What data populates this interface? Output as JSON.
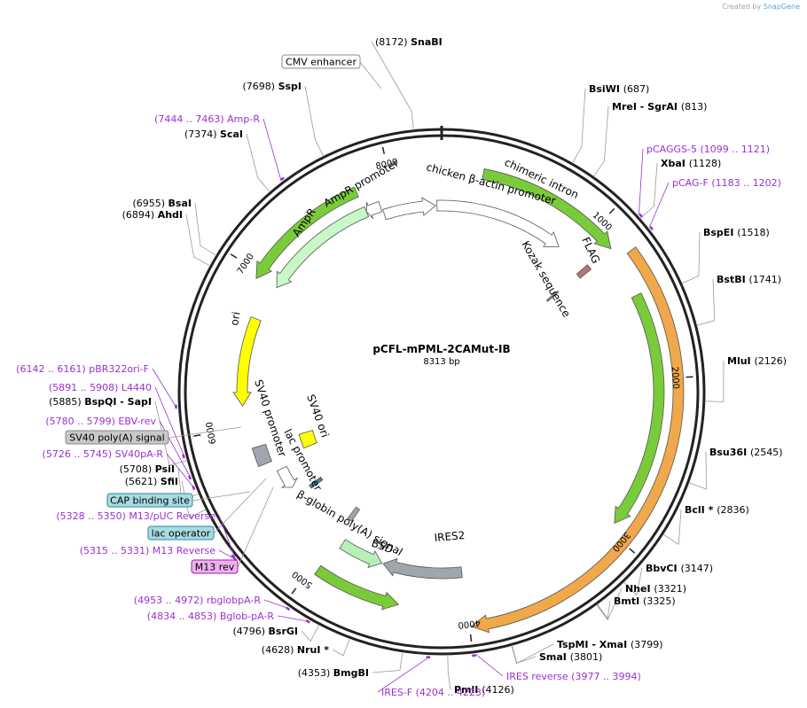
{
  "credit": {
    "prefix": "Created by",
    "brand": "SnapGene"
  },
  "plasmid": {
    "name": "pCFL-mPML-2CAMut-IB",
    "size": "8313 bp",
    "length": 8313
  },
  "ring_ticks": [
    {
      "label": "1000",
      "pos": 1000
    },
    {
      "label": "2000",
      "pos": 2000
    },
    {
      "label": "3000",
      "pos": 3000
    },
    {
      "label": "4000",
      "pos": 4000
    },
    {
      "label": "5000",
      "pos": 5000
    },
    {
      "label": "6000",
      "pos": 6000
    },
    {
      "label": "7000",
      "pos": 7000
    },
    {
      "label": "8000",
      "pos": 8000
    }
  ],
  "features": [
    {
      "name": "chimeric intron",
      "start": 250,
      "end": 1150,
      "r": 250,
      "color": "#7acb3a",
      "kind": "arrow",
      "dir": 1
    },
    {
      "name": "chicken β-actin promoter",
      "start": 8280,
      "end": 900,
      "r": 210,
      "color": "#ffffff",
      "kind": "arrow",
      "dir": 1
    },
    {
      "name": "CMV enhancer",
      "start": 7900,
      "end": 8270,
      "r": 210,
      "color": "#ffffff",
      "kind": "arrow",
      "dir": 1
    },
    {
      "name": "FLAG",
      "start": 1130,
      "end": 1170,
      "r": 210,
      "color": "#c07070",
      "kind": "box"
    },
    {
      "name": "Kozak sequence",
      "start": 1130,
      "end": 1145,
      "r": 165,
      "color": "#888888",
      "kind": "box"
    },
    {
      "name": "orange orf",
      "start": 1230,
      "end": 3990,
      "r": 267,
      "color": "#f0a84a",
      "kind": "arrow",
      "dir": 1
    },
    {
      "name": "green orf",
      "start": 1470,
      "end": 2940,
      "r": 245,
      "color": "#7acb3a",
      "kind": "arrow",
      "dir": 1
    },
    {
      "name": "IRES2",
      "start": 4010,
      "end": 4590,
      "r": 205,
      "color": "#a0a6ad",
      "kind": "arrow",
      "dir": 1
    },
    {
      "name": "BSD",
      "start": 4600,
      "end": 4920,
      "r": 205,
      "color": "#b6f0b6",
      "kind": "arrow",
      "dir": -1
    },
    {
      "name": "β-globin poly(A) signal",
      "start": 4960,
      "end": 5000,
      "r": 170,
      "color": "#a0a6ad",
      "kind": "box"
    },
    {
      "name": "green lower",
      "start": 4420,
      "end": 4960,
      "r": 245,
      "color": "#7acb3a",
      "kind": "arrow",
      "dir": -1
    },
    {
      "name": "lac promoter",
      "start": 5390,
      "end": 5420,
      "r": 175,
      "color": "#2a8aa0",
      "kind": "box"
    },
    {
      "name": "SV40 promoter",
      "start": 5480,
      "end": 5640,
      "r": 200,
      "color": "#ffffff",
      "kind": "arrow",
      "dir": -1
    },
    {
      "name": "SV40 poly(A) box",
      "start": 5720,
      "end": 5850,
      "r": 215,
      "color": "#a0a6ad",
      "kind": "box"
    },
    {
      "name": "SV40 ori",
      "start": 5720,
      "end": 5850,
      "r": 160,
      "color": "#ffff00",
      "kind": "box"
    },
    {
      "name": "ori",
      "start": 6140,
      "end": 6730,
      "r": 225,
      "color": "#ffff00",
      "kind": "arrow",
      "dir": -1
    },
    {
      "name": "AmpR",
      "start": 6980,
      "end": 7790,
      "r": 220,
      "color": "#c8f7c8",
      "kind": "arrow",
      "dir": -1
    },
    {
      "name": "AmpR promoter",
      "start": 7790,
      "end": 7890,
      "r": 220,
      "color": "#ffffff",
      "kind": "arrow",
      "dir": -1
    },
    {
      "name": "green left",
      "start": 6960,
      "end": 7780,
      "r": 245,
      "color": "#7acb3a",
      "kind": "arrow",
      "dir": -1
    }
  ],
  "sites_right": [
    {
      "name": "SnaBI",
      "coord": "(8172)",
      "pos": 8172
    },
    {
      "name": "BsiWI",
      "coord": "(687)",
      "pos": 687
    },
    {
      "name": "MreI - SgrAI",
      "coord": "(813)",
      "pos": 813
    },
    {
      "name": "XbaI",
      "coord": "(1128)",
      "pos": 1128
    },
    {
      "name": "BspEI",
      "coord": "(1518)",
      "pos": 1518
    },
    {
      "name": "BstBI",
      "coord": "(1741)",
      "pos": 1741
    },
    {
      "name": "MluI",
      "coord": "(2126)",
      "pos": 2126
    },
    {
      "name": "Bsu36I",
      "coord": "(2545)",
      "pos": 2545
    },
    {
      "name": "BclI *",
      "coord": "(2836)",
      "pos": 2836
    },
    {
      "name": "BbvCI",
      "coord": "(3147)",
      "pos": 3147
    },
    {
      "name": "NheI",
      "coord": "(3321)",
      "pos": 3321
    },
    {
      "name": "BmtI",
      "coord": "(3325)",
      "pos": 3325
    },
    {
      "name": "TspMI - XmaI",
      "coord": "(3799)",
      "pos": 3799
    },
    {
      "name": "SmaI",
      "coord": "(3801)",
      "pos": 3801
    },
    {
      "name": "PmlI",
      "coord": "(4126)",
      "pos": 4126
    }
  ],
  "sites_left": [
    {
      "name": "SspI",
      "coord": "(7698)",
      "pos": 7698
    },
    {
      "name": "ScaI",
      "coord": "(7374)",
      "pos": 7374
    },
    {
      "name": "BsaI",
      "coord": "(6955)",
      "pos": 6955
    },
    {
      "name": "AhdI",
      "coord": "(6894)",
      "pos": 6894
    },
    {
      "name": "BspQI - SapI",
      "coord": "(5885)",
      "pos": 5885
    },
    {
      "name": "PsiI",
      "coord": "(5708)",
      "pos": 5708
    },
    {
      "name": "SfiI",
      "coord": "(5621)",
      "pos": 5621
    },
    {
      "name": "BsrGI",
      "coord": "(4796)",
      "pos": 4796
    },
    {
      "name": "NruI *",
      "coord": "(4628)",
      "pos": 4628
    },
    {
      "name": "BmgBI",
      "coord": "(4353)",
      "pos": 4353
    }
  ],
  "primers": [
    {
      "text": "pCAGGS-5",
      "coord": "(1099 .. 1121)",
      "pos": 1110
    },
    {
      "text": "pCAG-F",
      "coord": "(1183 .. 1202)",
      "pos": 1192
    },
    {
      "text": "IRES reverse",
      "coord": "(3977 .. 3994)",
      "pos": 3985
    },
    {
      "text": "IRES-F",
      "coord": "(4204 .. 4223)",
      "pos": 4213
    },
    {
      "text": "Bglob-pA-R",
      "coord": "(4834 .. 4853)",
      "pos": 4843
    },
    {
      "text": "rbglobpA-R",
      "coord": "(4953 .. 4972)",
      "pos": 4962
    },
    {
      "text": "M13 Reverse",
      "coord": "(5315 .. 5331)",
      "pos": 5323
    },
    {
      "text": "M13/pUC Reverse",
      "coord": "(5328 .. 5350)",
      "pos": 5339
    },
    {
      "text": "SV40pA-R",
      "coord": "(5726 .. 5745)",
      "pos": 5735
    },
    {
      "text": "EBV-rev",
      "coord": "(5780 .. 5799)",
      "pos": 5790
    },
    {
      "text": "L4440",
      "coord": "(5891 .. 5908)",
      "pos": 5900
    },
    {
      "text": "pBR322ori-F",
      "coord": "(6142 .. 6161)",
      "pos": 6150
    },
    {
      "text": "Amp-R",
      "coord": "(7444 .. 7463)",
      "pos": 7453
    }
  ],
  "boxed_labels": [
    {
      "text": "CMV enhancer",
      "fill": "#ffffff",
      "stroke": "#888888"
    },
    {
      "text": "SV40 poly(A) signal",
      "fill": "#c8c8c8",
      "stroke": "#888888"
    },
    {
      "text": "CAP binding site",
      "fill": "#a8dce0",
      "stroke": "#2a8aa0"
    },
    {
      "text": "lac operator",
      "fill": "#a8dce0",
      "stroke": "#2a8aa0"
    },
    {
      "text": "M13 rev",
      "fill": "#f0b0f0",
      "stroke": "#a020a0"
    }
  ],
  "inner_labels": [
    {
      "text": "chimeric intron"
    },
    {
      "text": "chicken β-actin promoter"
    },
    {
      "text": "FLAG"
    },
    {
      "text": "Kozak sequence"
    },
    {
      "text": "IRES2"
    },
    {
      "text": "BSD"
    },
    {
      "text": "β-globin poly(A) signal"
    },
    {
      "text": "lac promoter"
    },
    {
      "text": "SV40 promoter"
    },
    {
      "text": "SV40 ori"
    },
    {
      "text": "ori"
    },
    {
      "text": "AmpR"
    },
    {
      "text": "AmpR promoter"
    }
  ],
  "colors": {
    "primer": "#9b30d0",
    "backbone": "#222222",
    "site_line": "#888888"
  }
}
